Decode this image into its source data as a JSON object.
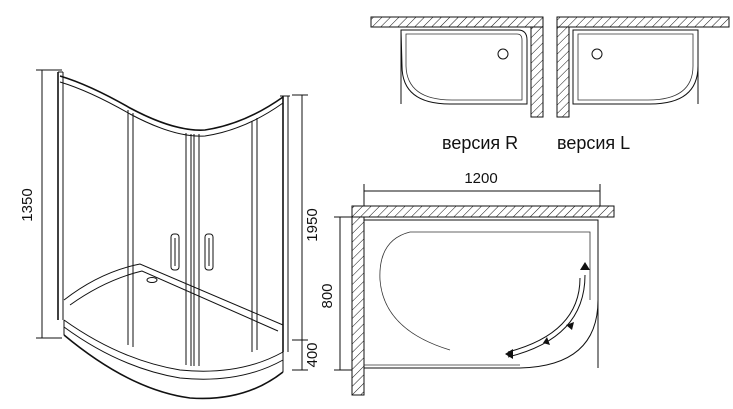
{
  "dimensions": {
    "height_total": "1350",
    "height_door": "1950",
    "depth_side": "800",
    "tray_height": "400",
    "width": "1200"
  },
  "captions": {
    "version_r": "версия R",
    "version_l": "версия L"
  },
  "colors": {
    "line": "#111111",
    "background": "#ffffff"
  }
}
